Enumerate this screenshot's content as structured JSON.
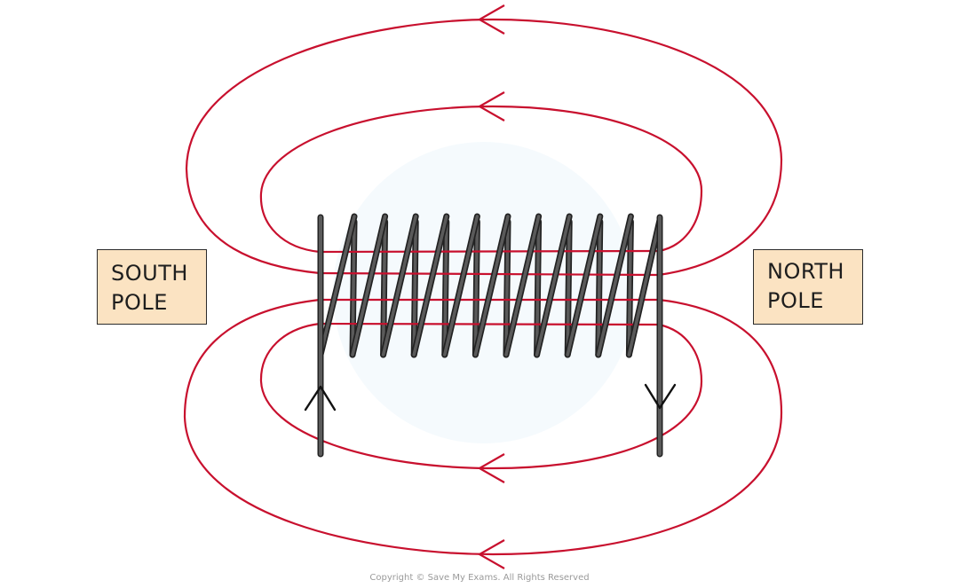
{
  "labels": {
    "south_line1": "SOUTH",
    "south_line2": "POLE",
    "north_line1": "NORTH",
    "north_line2": "POLE"
  },
  "footer": {
    "copyright": "Copyright © Save My Exams. All Rights Reserved"
  },
  "colors": {
    "field_line": "#c8102e",
    "coil_wire": "#5a5a5a",
    "coil_outline": "#222222",
    "pole_fill": "#fbe3c2",
    "arrow": "#111111"
  },
  "coil": {
    "turns": 11
  }
}
